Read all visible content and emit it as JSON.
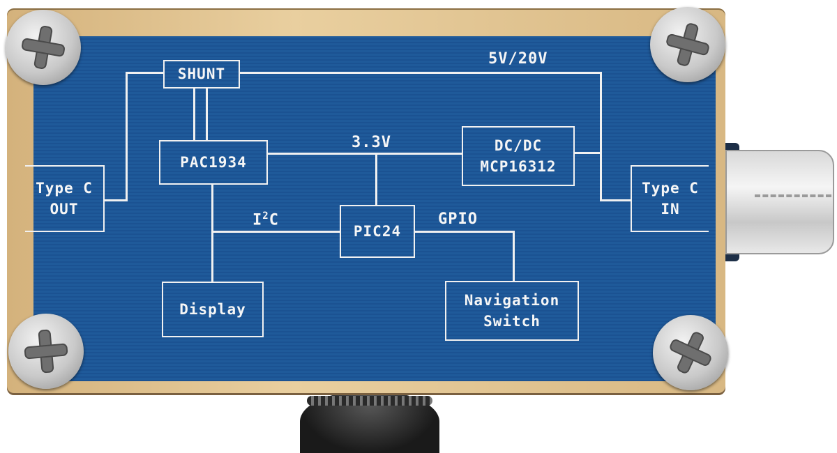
{
  "diagram": {
    "labels": {
      "shunt": "SHUNT",
      "pac": "PAC1934",
      "dcdc_line1": "DC/DC",
      "dcdc_line2": "MCP16312",
      "typec_out_line1": "Type C",
      "typec_out_line2": "OUT",
      "typec_in_line1": "Type C",
      "typec_in_line2": "IN",
      "pic": "PIC24",
      "display": "Display",
      "nav_line1": "Navigation",
      "nav_line2": "Switch",
      "voltage_main": "5V/20V",
      "voltage_logic": "3.3V",
      "i2c_base": "I",
      "i2c_sup": "2",
      "i2c_end": "C",
      "gpio": "GPIO"
    }
  },
  "colors": {
    "board": "#1f5a9a",
    "frame": "#e2c48f",
    "silkscreen": "#f1f1f1"
  },
  "icons": [
    "phillips-screw-icon",
    "usb-c-plug-icon",
    "rotary-knob-icon"
  ]
}
